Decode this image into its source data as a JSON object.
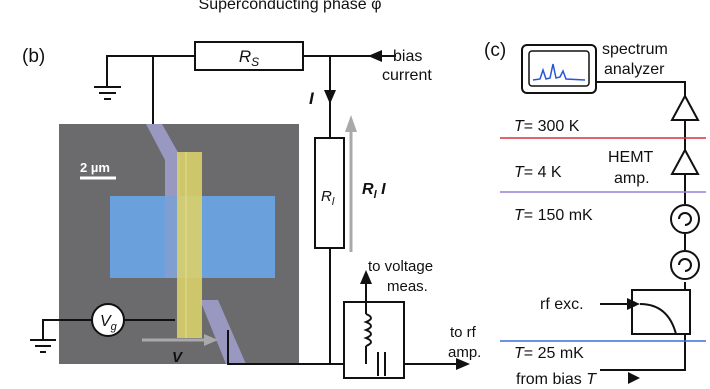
{
  "top_caption": "Superconducting phase φ",
  "panel_b": {
    "label": "(b)",
    "resistor_series": {
      "main": "R",
      "sub": "S"
    },
    "bias_label_line1": "bias",
    "bias_label_line2": "current",
    "current_label": "I",
    "resistor_load": {
      "main": "R",
      "sub": "l"
    },
    "drop_label": {
      "main": "R",
      "sub": "l",
      "tail": " I"
    },
    "scale_bar": "2 µm",
    "gate_label": {
      "main": "V",
      "sub": "g"
    },
    "voltage_label": "V",
    "to_voltage_line1": "to voltage",
    "to_voltage_line2": "meas.",
    "to_rf_line1": "to rf",
    "to_rf_line2": "amp."
  },
  "panel_c": {
    "label": "(c)",
    "spectrum_line1": "spectrum",
    "spectrum_line2": "analyzer",
    "temp_300K": {
      "var": "T",
      "rest": "= 300 K"
    },
    "temp_4K": {
      "var": "T",
      "rest": "= 4 K"
    },
    "hemt_line1": "HEMT",
    "hemt_line2": "amp.",
    "temp_150mK": {
      "var": "T",
      "rest": "= 150 mK"
    },
    "rf_exc": "rf exc.",
    "temp_25mK": {
      "var": "T",
      "rest": "= 25 mK"
    },
    "from_bias": {
      "text": "from bias ",
      "var": "T"
    }
  },
  "colors": {
    "stage_300K_line": "#d8323c",
    "stage_4K_line": "#9a7fd6",
    "stage_25mK_line": "#3b6fd8",
    "gate_electrode": "#6aa6e8",
    "nanowire": "#d8d06a",
    "lead": "#9b9bc4",
    "substrate": "#6b6b6e",
    "scale_bar": "#ffffff",
    "spectrum_trace": "#2a55d8"
  }
}
